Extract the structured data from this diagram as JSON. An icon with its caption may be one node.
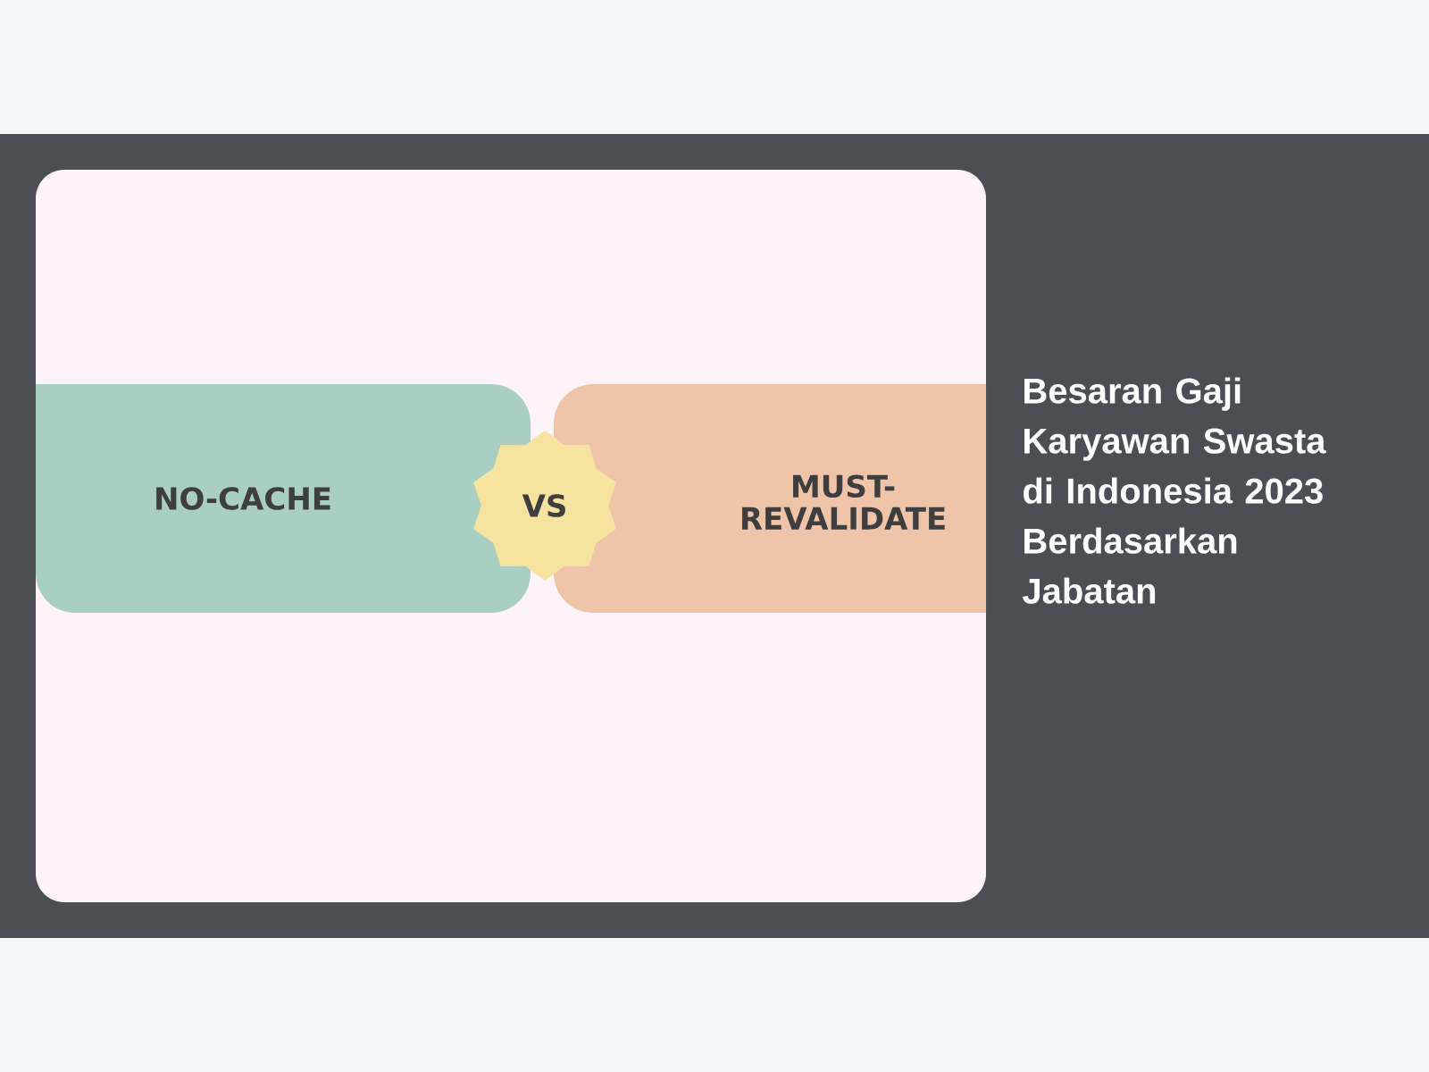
{
  "diagram": {
    "title": "Besaran Gaji Karyawan Swasta di Indonesia 2023 Berdasarkan Jabatan",
    "nodes": [
      {
        "text": [
          "NO-CACHE"
        ]
      },
      {
        "text": [
          "VS"
        ]
      },
      {
        "text": [
          "MUST- REVALIDATE"
        ]
      }
    ]
  }
}
